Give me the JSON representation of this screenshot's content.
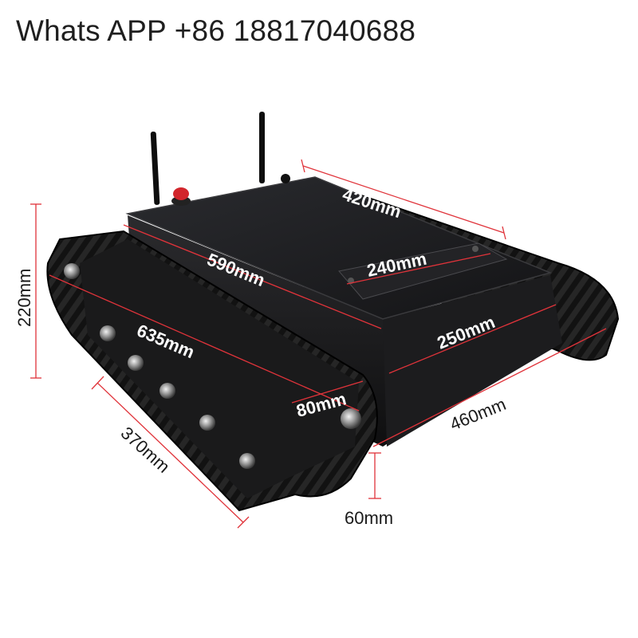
{
  "header": {
    "contact": "Whats APP +86 18817040688"
  },
  "colors": {
    "dimension_line": "#e0333a",
    "chassis": "#1b1b1d",
    "track": "#111111",
    "estop": "#d2262c"
  },
  "dimensions": {
    "top_length": "420mm",
    "overall_length": "590mm",
    "plate_length": "240mm",
    "height": "220mm",
    "track_length": "635mm",
    "body_width": "250mm",
    "track_width": "80mm",
    "overall_width": "460mm",
    "track_side_length": "370mm",
    "ground_clearance": "60mm"
  }
}
